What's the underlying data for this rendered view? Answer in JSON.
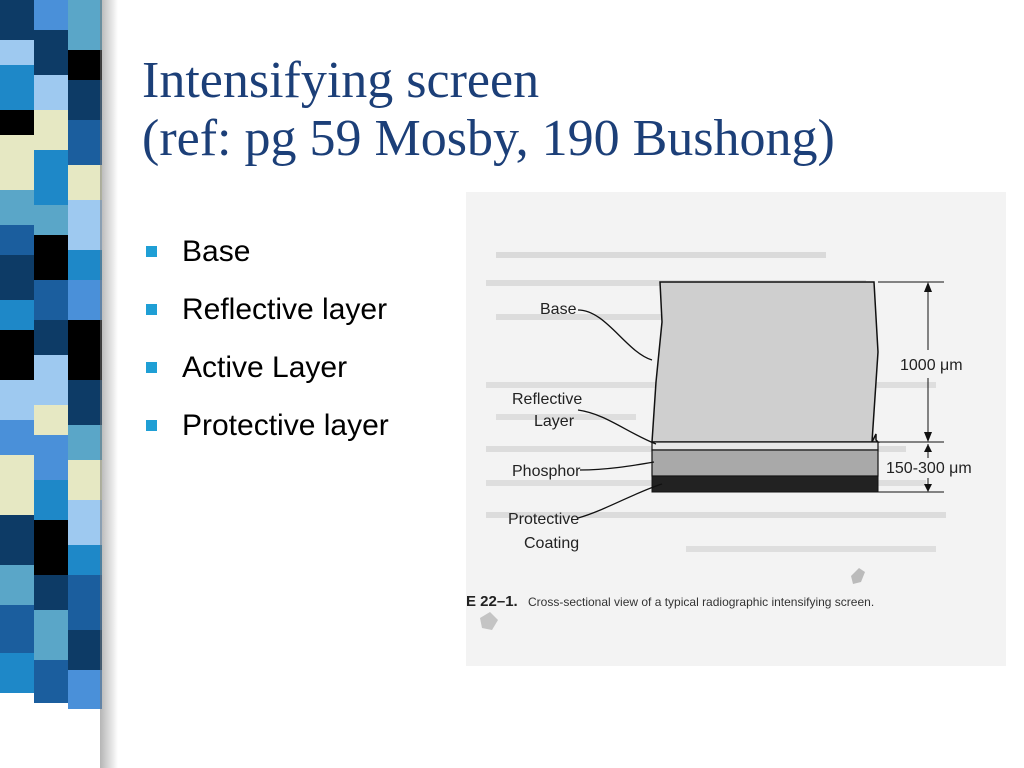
{
  "slide": {
    "title_line1": "Intensifying screen",
    "title_line2": "(ref: pg 59 Mosby, 190 Bushong)",
    "bullets": [
      {
        "label": "Base"
      },
      {
        "label": "Reflective layer"
      },
      {
        "label": "Active Layer"
      },
      {
        "label": "Protective layer"
      }
    ],
    "accent_color": "#1f9fd5",
    "title_color": "#1c3f78"
  },
  "figure": {
    "labels": {
      "base": "Base",
      "reflective_1": "Reflective",
      "reflective_2": "Layer",
      "phosphor": "Phosphor",
      "protective_1": "Protective",
      "protective_2": "Coating"
    },
    "dimension_base": "1000 μm",
    "dimension_phosphor": "150-300 μm",
    "caption_prefix": "E 22–1.",
    "caption": "Cross-sectional view of a typical radiographic intensifying screen."
  },
  "decor": {
    "stripe_colors": [
      "#0d3b66",
      "#1e88c8",
      "#e6e8c3",
      "#000000",
      "#4a90d9",
      "#1b5e9e",
      "#9ec9f0",
      "#5aa6c8"
    ]
  }
}
